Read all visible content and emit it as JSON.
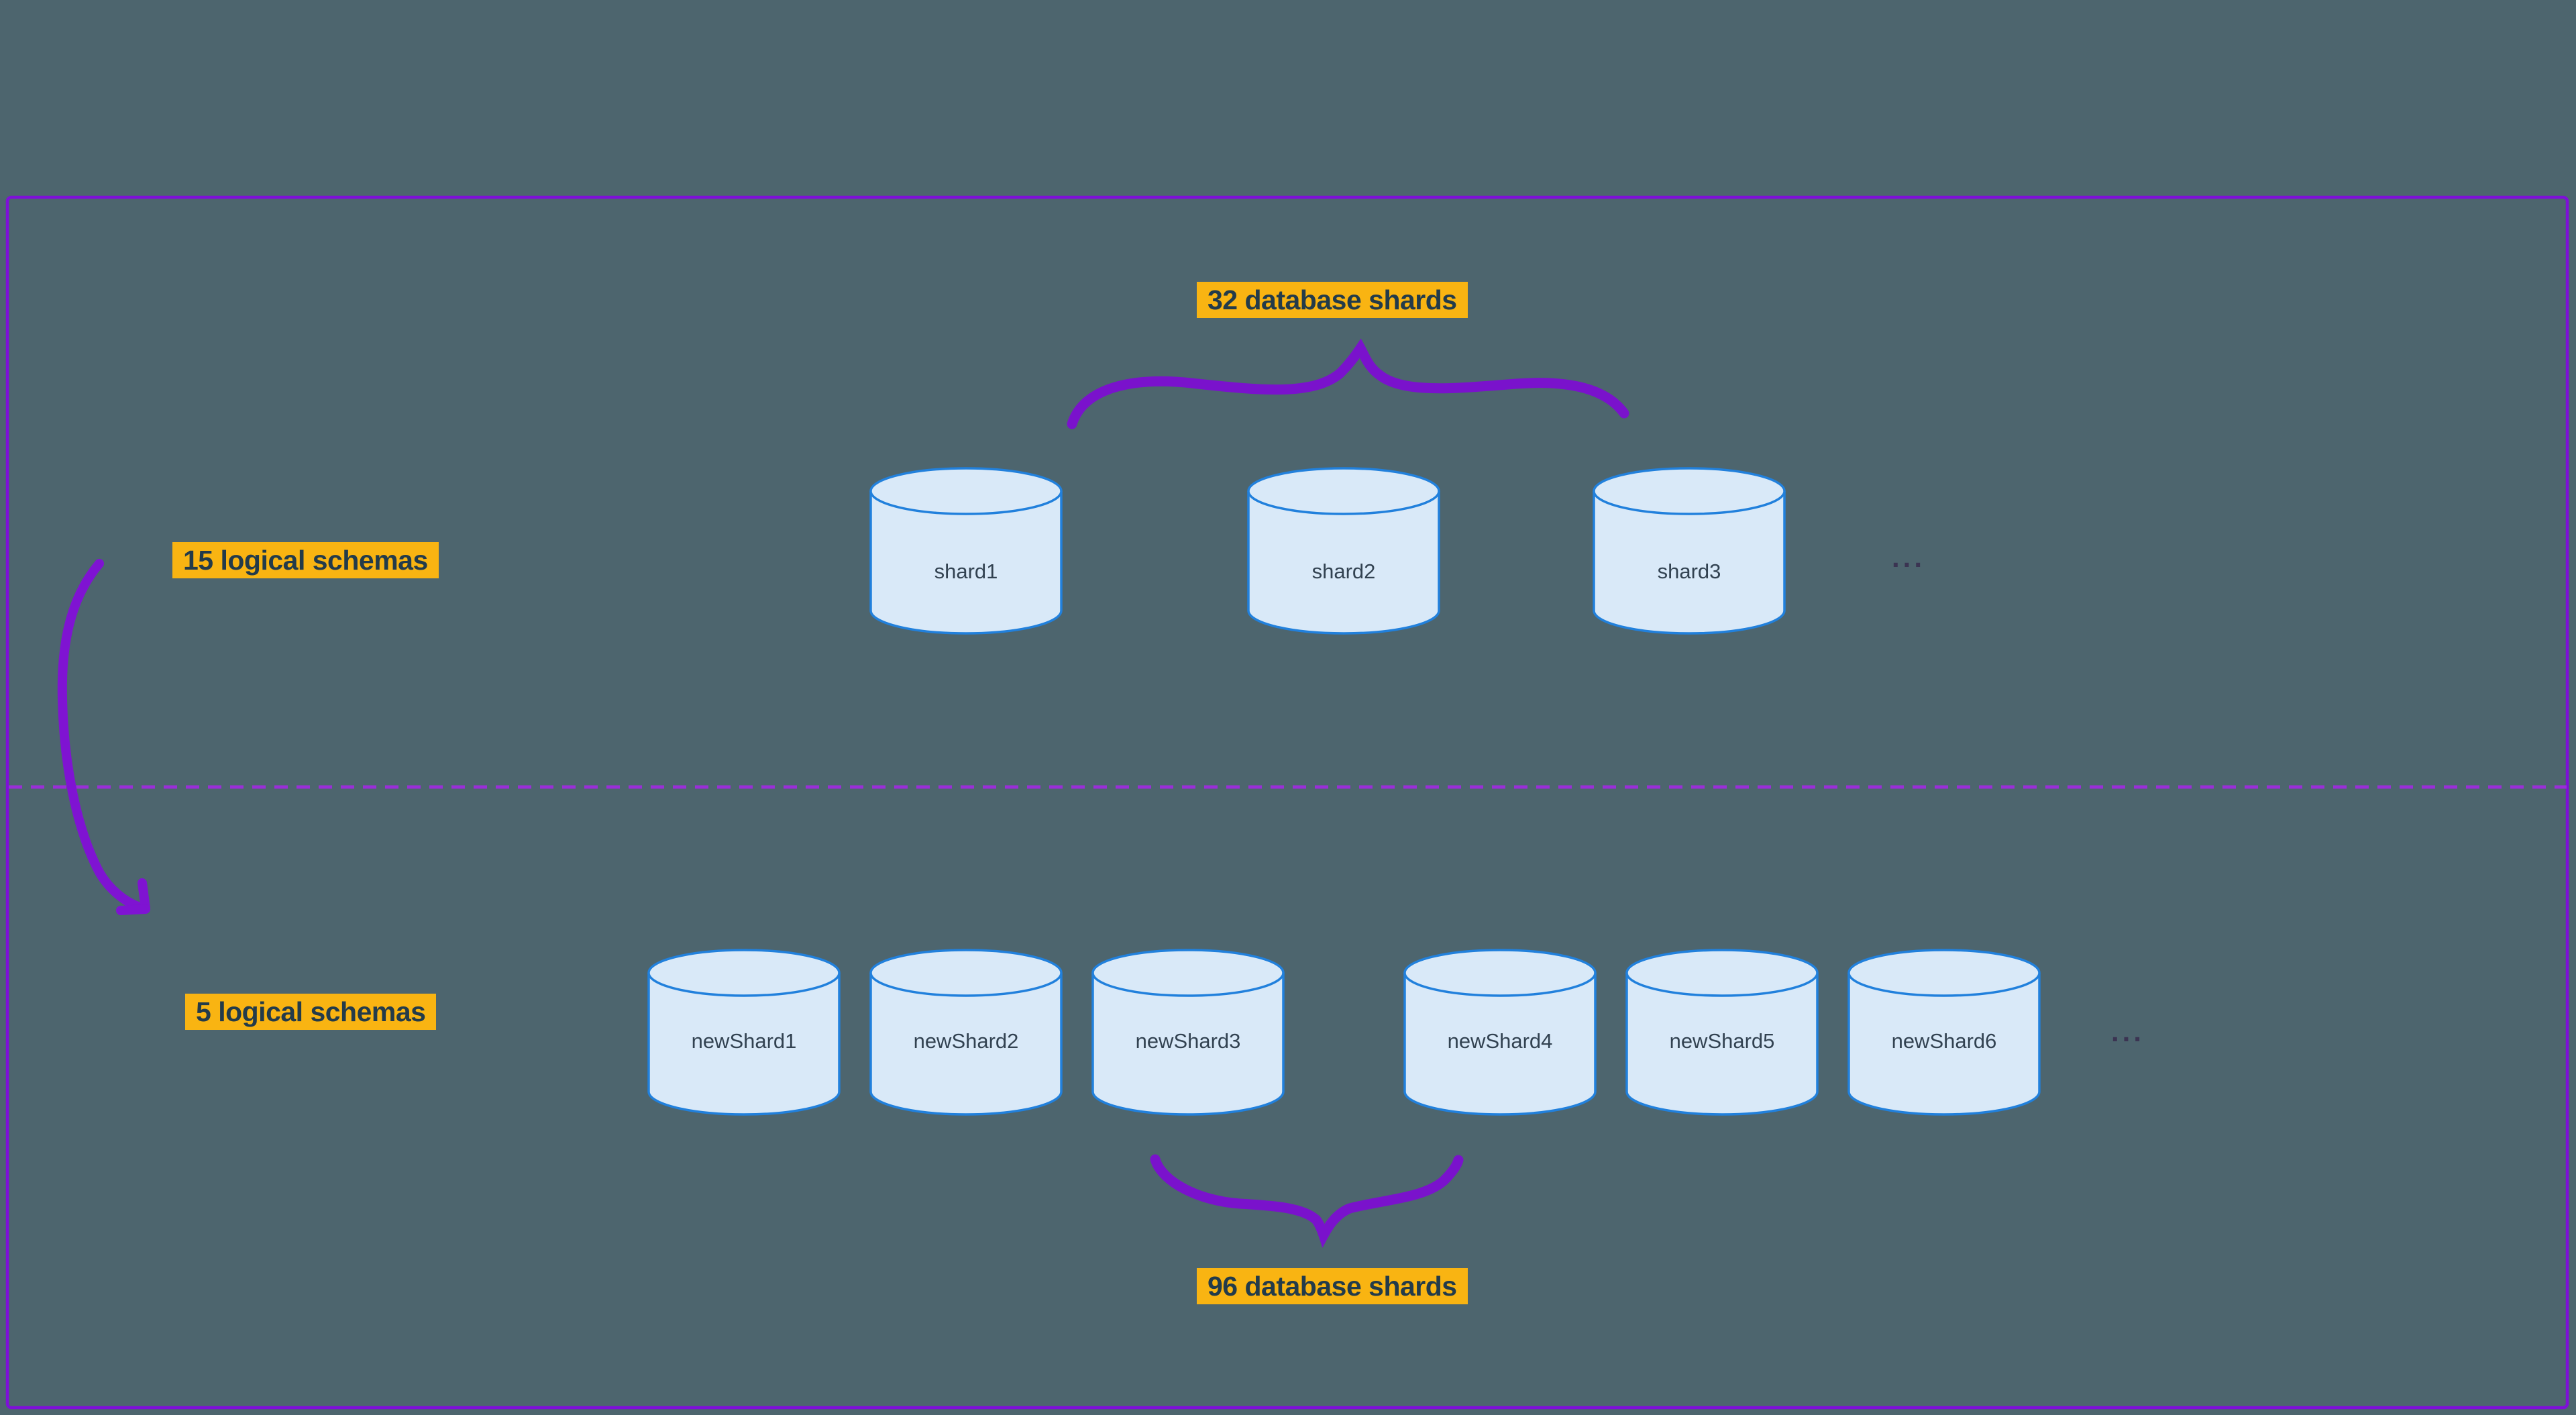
{
  "canvas": {
    "background_color": "#4d656e"
  },
  "frame": {
    "border_color": "#7e10d8"
  },
  "divider": {
    "color": "#9a2ed8",
    "style": "dashed"
  },
  "annotations": {
    "label_bg_color": "#f9b412",
    "label_text_color": "#233b4a",
    "connector_color": "#7d13d0",
    "top_label": "32 database shards",
    "left_top_label": "15 logical schemas",
    "left_bottom_label": "5 logical schemas",
    "bottom_label": "96 database shards"
  },
  "cylinder_style": {
    "fill": "#d9e9f8",
    "stroke": "#2180dc",
    "text_color": "#324251"
  },
  "top_row": {
    "shards": [
      "shard1",
      "shard2",
      "shard3"
    ],
    "ellipsis": "..."
  },
  "bottom_row": {
    "shards": [
      "newShard1",
      "newShard2",
      "newShard3",
      "newShard4",
      "newShard5",
      "newShard6"
    ],
    "ellipsis": "..."
  }
}
